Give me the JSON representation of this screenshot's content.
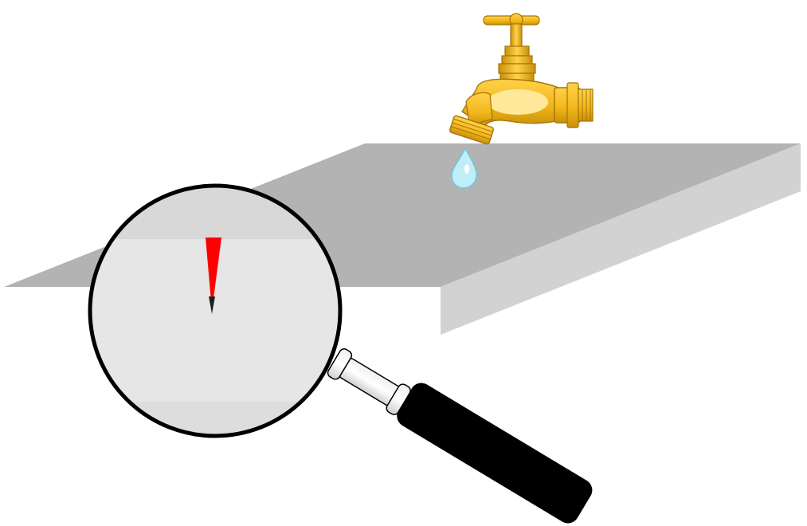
{
  "scene": {
    "background": "#ffffff",
    "objects": [
      "brass-faucet",
      "water-droplet",
      "gray-shelf",
      "magnifying-glass",
      "red-needle"
    ]
  },
  "colors": {
    "shelf_top": "#b3b3b3",
    "shelf_front": "#d0d0d0",
    "brass_base": "#f2b81c",
    "brass_dark": "#c8900a",
    "brass_highlight": "#ffe89a",
    "droplet_fill": "#bfeef7",
    "droplet_stroke": "#6cc7dc",
    "lens_fill": "#e6e6e6",
    "lens_band": "#d9d9d9",
    "handle": "#000000",
    "ferrule": "#e8e8e8",
    "needle": "#ff0000"
  },
  "icons": {
    "faucet": "faucet-icon",
    "droplet": "water-droplet-icon",
    "magnifier": "magnifying-glass-icon",
    "needle": "needle-icon"
  }
}
